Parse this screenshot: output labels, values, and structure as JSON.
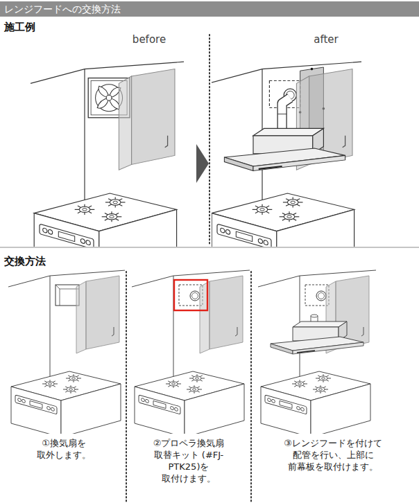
{
  "diagram": {
    "title": "レンジフードへの交換方法",
    "labels": [
      "施工例",
      "before",
      "after",
      "交換方法",
      "①換気扇を 取外します。",
      "②プロペラ換気扇 取替キット (#FJ-PTK25)を 取付けます。",
      "③レンジフードを付けて 配管を行い、上部に 前幕板を取付けます。"
    ]
  }
}
